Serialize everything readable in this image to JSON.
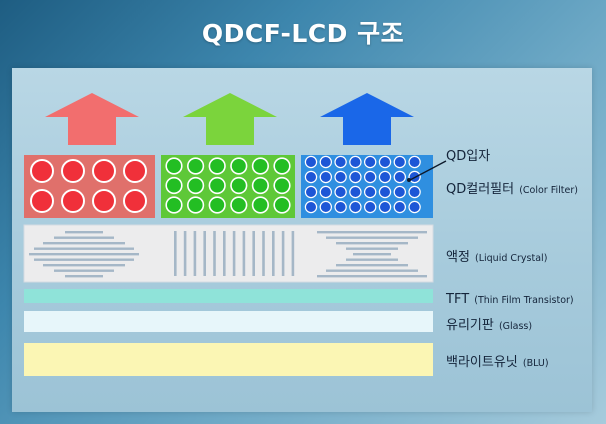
{
  "title": "QDCF-LCD 구조",
  "colors": {
    "red": "#f26e6e",
    "green": "#7bd43c",
    "blue": "#1a67e8",
    "lc_line": "#a5b7c7",
    "tft": "#8fe3d9",
    "glass": "#e7f6fa",
    "blu": "#fbf6b4"
  },
  "labels": {
    "qd_particle": "QD입자",
    "qd_color_filter": {
      "ko": "QD컬러필터",
      "en": "(Color Filter)"
    },
    "liquid_crystal": {
      "ko": "액정",
      "en": "(Liquid Crystal)"
    },
    "tft": {
      "ko": "TFT",
      "en": "(Thin Film Transistor)"
    },
    "glass": {
      "ko": "유리기판",
      "en": "(Glass)"
    },
    "blu": {
      "ko": "백라이트유닛",
      "en": "(BLU)"
    }
  }
}
